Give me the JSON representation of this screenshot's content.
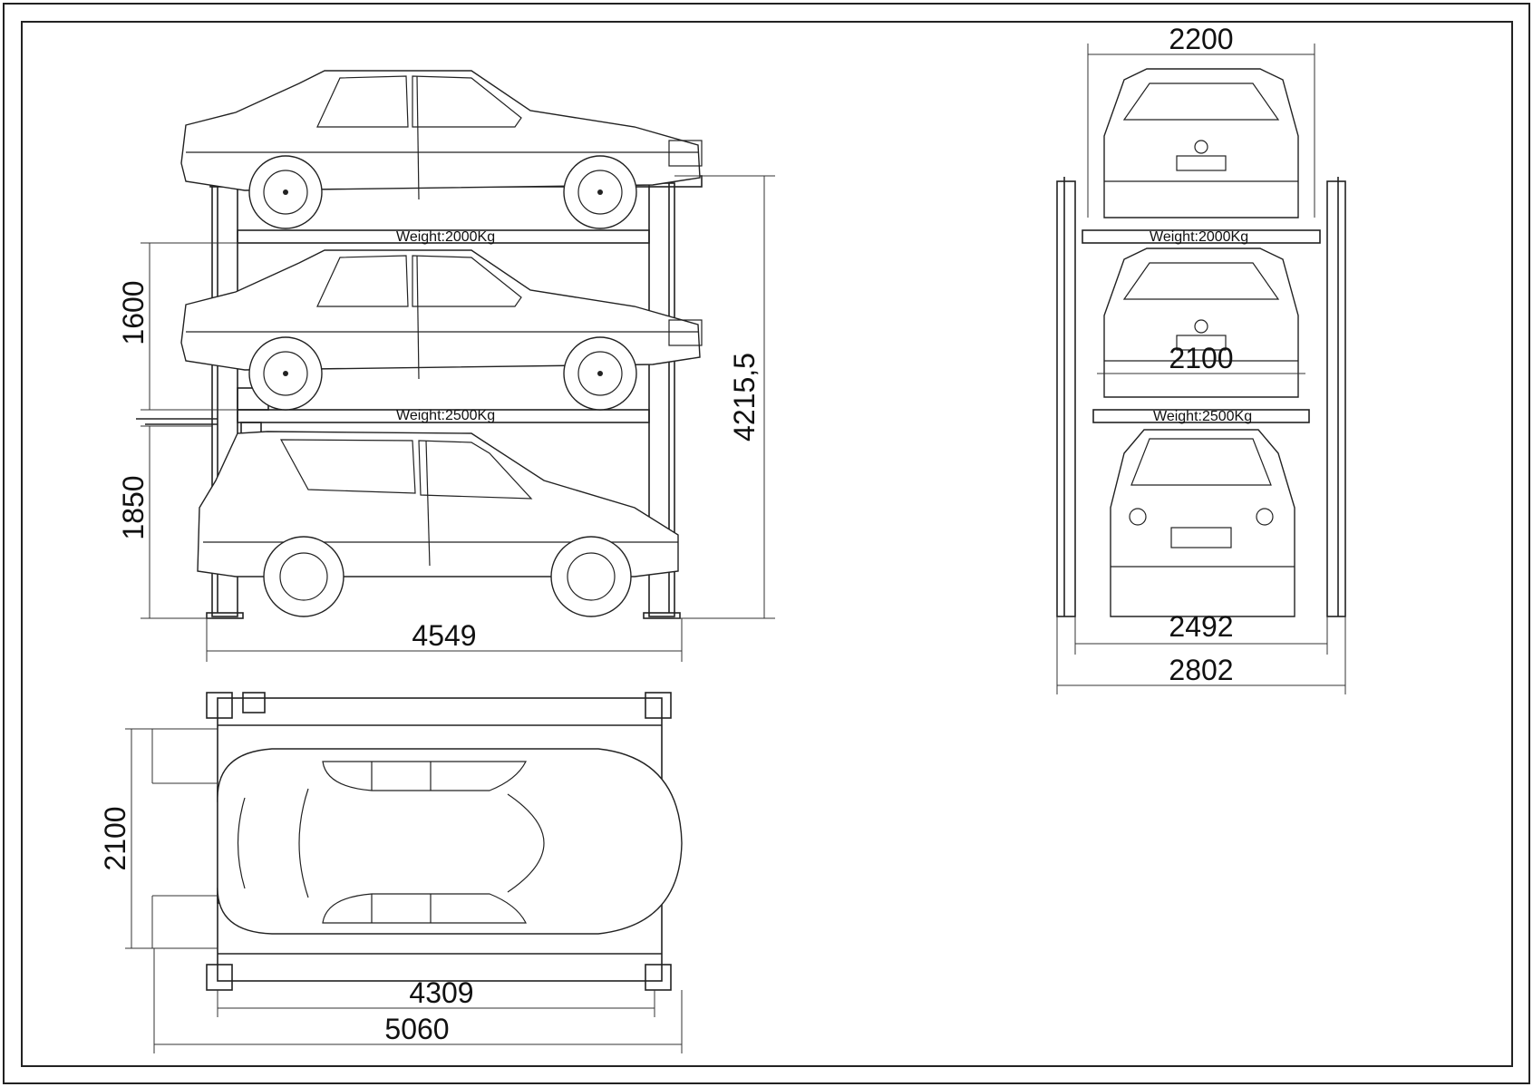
{
  "side_view": {
    "weight_top": "Weight:2000Kg",
    "weight_bottom": "Weight:2500Kg",
    "dim_upper_clearance": "1600",
    "dim_lower_clearance": "1850",
    "dim_total_height": "4215,5",
    "dim_overall_length": "4549"
  },
  "front_view": {
    "weight_top": "Weight:2000Kg",
    "weight_bottom": "Weight:2500Kg",
    "dim_top_width": "2200",
    "dim_inner_width": "2100",
    "dim_post_width": "2492",
    "dim_overall_width": "2802"
  },
  "top_view": {
    "dim_width": "2100",
    "dim_length_inner": "4309",
    "dim_length_overall": "5060"
  }
}
